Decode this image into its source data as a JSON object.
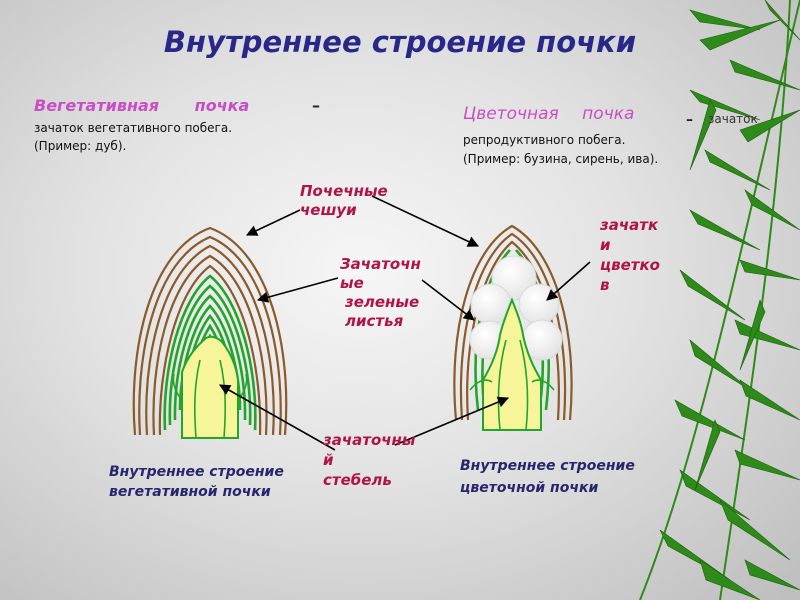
{
  "title": "Внутреннее строение почки",
  "vegetative": {
    "term": "Вегетативная почка",
    "dash": "–",
    "desc": "зачаток вегетативного побега.",
    "example": "(Пример: дуб).",
    "caption_line1": "Внутреннее строение",
    "caption_line2": "вегетативной почки"
  },
  "flower": {
    "term": "Цветочная почка",
    "dash": "–",
    "zachatok": "зачаток",
    "desc": "репродуктивного побега.",
    "example": "(Пример: бузина, сирень, ива).",
    "caption_line1": "Внутреннее строение",
    "caption_line2": "цветочной почки"
  },
  "labels": {
    "scales_1": "Почечные",
    "scales_2": "чешуи",
    "leaves_1": "Зачаточн",
    "leaves_2": "ые",
    "leaves_3": "зеленые",
    "leaves_4": "листья",
    "flowers_1": "зачатк",
    "flowers_2": "и",
    "flowers_3": "цветко",
    "flowers_4": "в",
    "stem_1": "зачаточны",
    "stem_2": "й",
    "stem_3": "стебель"
  },
  "colors": {
    "scale_brown": "#8b5a2b",
    "leaf_green": "#22a52a",
    "stem_yellow": "#f7f59a",
    "title_navy": "#28288a",
    "term_magenta": "#c84fc3",
    "label_red": "#b0134a",
    "bamboo_green": "#2e8b1a"
  }
}
